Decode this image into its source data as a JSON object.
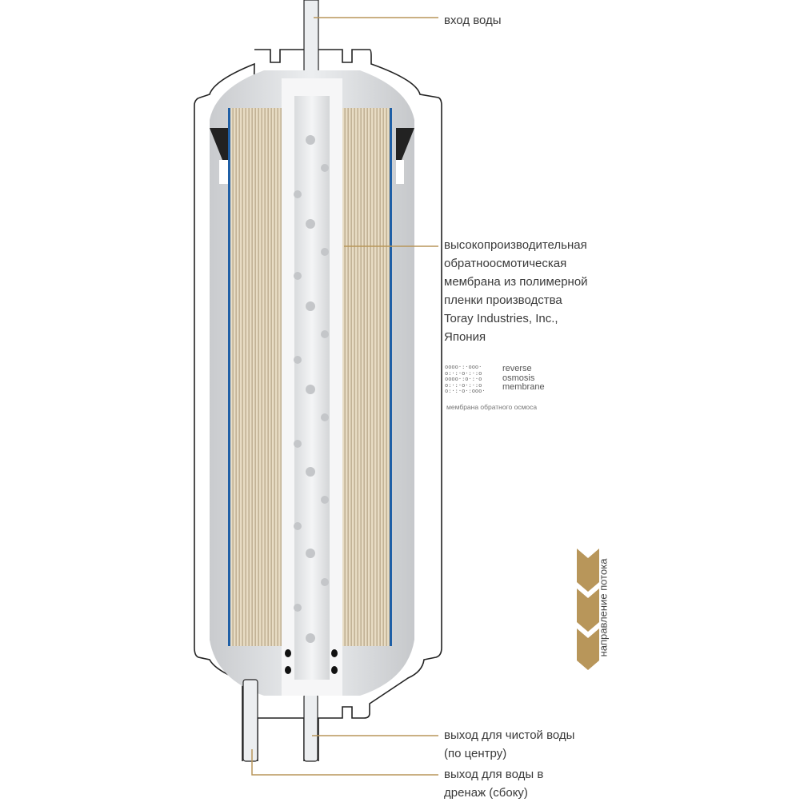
{
  "labels": {
    "inlet": "вход воды",
    "membrane_lines": [
      "высокопроизводительная",
      "обратноосмотическая",
      "мембрана из полимерной",
      "пленки производства",
      "Toray Industries, Inc.,",
      "Япония"
    ],
    "clean_outlet_lines": [
      "выход для чистой воды",
      "(по центру)"
    ],
    "drain_outlet_lines": [
      "выход для воды в",
      "дренаж (сбоку)"
    ]
  },
  "logo": {
    "words": [
      "reverse",
      "osmosis",
      "membrane"
    ],
    "subtitle": "мембрана обратного осмоса"
  },
  "flow": {
    "label": "направление потока",
    "chevrons": 3
  },
  "colors": {
    "gold": "#b8965a",
    "membrane": "#dccbaa",
    "blue": "#1f5fa6",
    "housing": "#d4d6d9"
  }
}
